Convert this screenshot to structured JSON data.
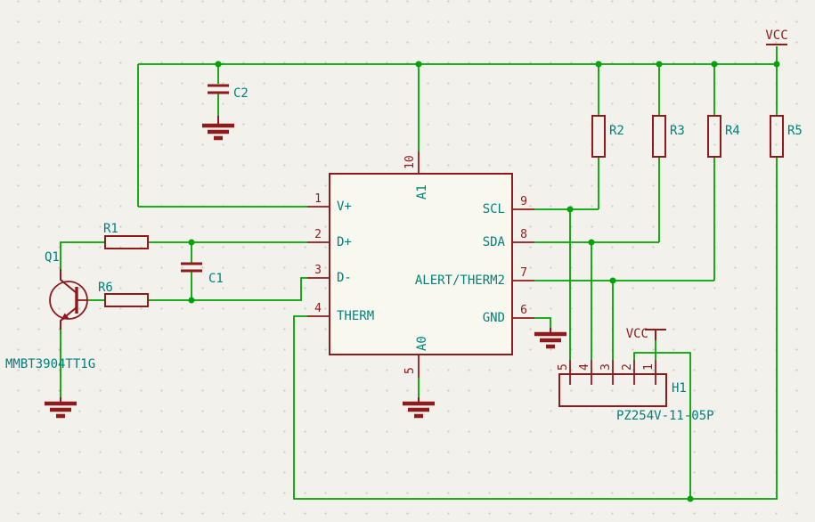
{
  "canvas": {
    "background": "#f2f1ec",
    "grid_dot": "#c9c9c2",
    "wire_color": "#00a300",
    "symbol_color": "#8e1a1b",
    "text_color": "#00807e",
    "ic_fill": "#f9f8ee"
  },
  "ic": {
    "left_pins": [
      {
        "number": "1",
        "name": "V+"
      },
      {
        "number": "2",
        "name": "D+"
      },
      {
        "number": "3",
        "name": "D-"
      },
      {
        "number": "4",
        "name": "THERM"
      }
    ],
    "right_pins": [
      {
        "number": "9",
        "name": "SCL"
      },
      {
        "number": "8",
        "name": "SDA"
      },
      {
        "number": "7",
        "name": "ALERT/THERM2"
      },
      {
        "number": "6",
        "name": "GND"
      }
    ],
    "top_pin": {
      "number": "10",
      "name": "A1"
    },
    "bottom_pin": {
      "number": "5",
      "name": "A0"
    }
  },
  "transistor": {
    "ref": "Q1",
    "value": "MMBT3904TT1G"
  },
  "resistors": {
    "r1": "R1",
    "r6": "R6",
    "r2": "R2",
    "r3": "R3",
    "r4": "R4",
    "r5": "R5"
  },
  "capacitors": {
    "c1": "C1",
    "c2": "C2"
  },
  "connector": {
    "ref": "H1",
    "value": "PZ254V-11-05P",
    "pins": [
      "5",
      "4",
      "3",
      "2",
      "1"
    ]
  },
  "power": {
    "vcc_top": "VCC",
    "vcc_conn": "VCC"
  }
}
